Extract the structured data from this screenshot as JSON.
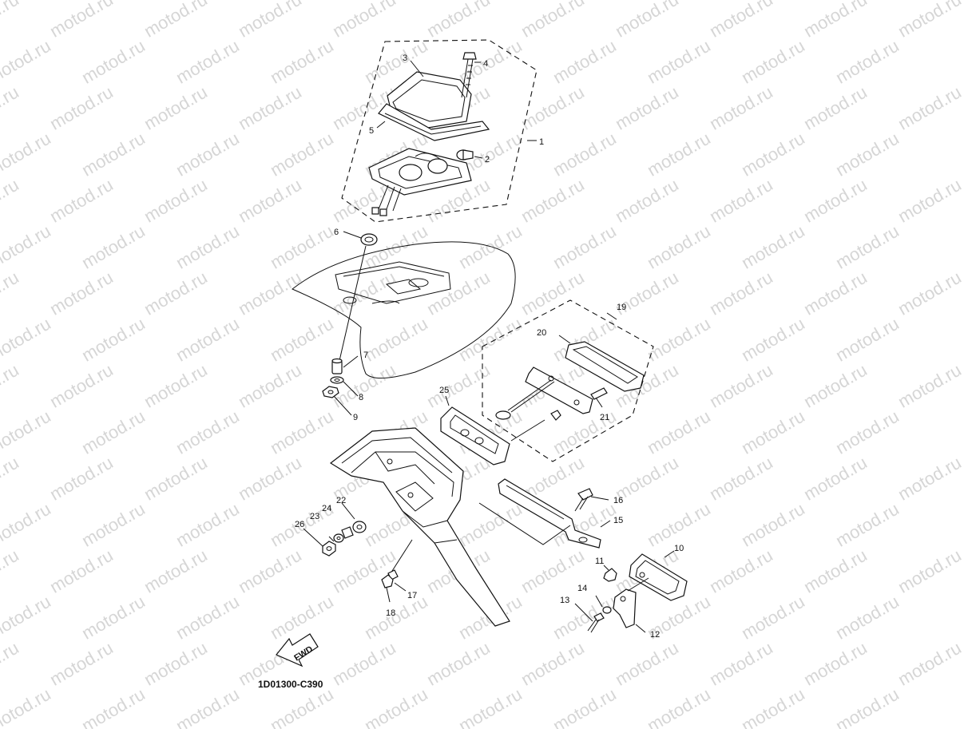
{
  "watermark": {
    "text": "motod.ru"
  },
  "diagram_code": "1D01300-C390",
  "fwd_label": "FWD",
  "callouts": [
    {
      "id": "c1",
      "label": "1"
    },
    {
      "id": "c2",
      "label": "2"
    },
    {
      "id": "c3",
      "label": "3"
    },
    {
      "id": "c4",
      "label": "4"
    },
    {
      "id": "c5",
      "label": "5"
    },
    {
      "id": "c6",
      "label": "6"
    },
    {
      "id": "c7",
      "label": "7"
    },
    {
      "id": "c8",
      "label": "8"
    },
    {
      "id": "c9",
      "label": "9"
    },
    {
      "id": "c10",
      "label": "10"
    },
    {
      "id": "c11",
      "label": "11"
    },
    {
      "id": "c12",
      "label": "12"
    },
    {
      "id": "c13",
      "label": "13"
    },
    {
      "id": "c14",
      "label": "14"
    },
    {
      "id": "c15",
      "label": "15"
    },
    {
      "id": "c16",
      "label": "16"
    },
    {
      "id": "c17",
      "label": "17"
    },
    {
      "id": "c18",
      "label": "18"
    },
    {
      "id": "c19",
      "label": "19"
    },
    {
      "id": "c20",
      "label": "20"
    },
    {
      "id": "c21",
      "label": "21"
    },
    {
      "id": "c22",
      "label": "22"
    },
    {
      "id": "c23",
      "label": "23"
    },
    {
      "id": "c24",
      "label": "24"
    },
    {
      "id": "c25",
      "label": "25"
    },
    {
      "id": "c26",
      "label": "26"
    }
  ]
}
